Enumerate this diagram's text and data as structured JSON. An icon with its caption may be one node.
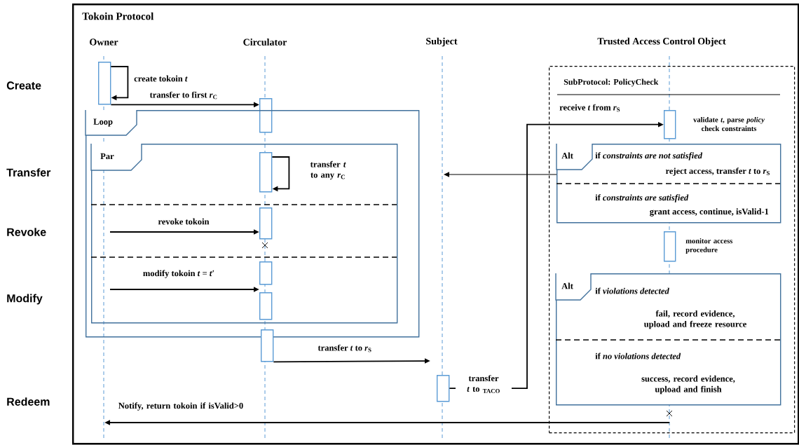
{
  "diagram": {
    "nodes": [
      {
        "text": [
          "Tokoin Protocol"
        ]
      },
      {
        "text": [
          "SubProtocol:  PolicyCheck"
        ],
        "in": 0
      },
      {
        "text": [],
        "shape": "bar",
        "in": 0
      },
      {
        "text": [],
        "shape": "bar",
        "in": 0
      },
      {
        "text": [
          "Loop"
        ],
        "in": 0
      },
      {
        "text": [
          "Par"
        ],
        "in": 4
      },
      {
        "text": [],
        "shape": "bar",
        "in": 5
      },
      {
        "text": [],
        "shape": "bar",
        "in": 5
      },
      {
        "text": [],
        "shape": "bar",
        "in": 5
      },
      {
        "text": [],
        "shape": "bar",
        "in": 5
      },
      {
        "text": [],
        "shape": "bar",
        "in": 1,
        "beside": [
          "validate *t*, parse *policy* check constraints"
        ]
      },
      {
        "text": [
          "Alt",
          "if *constraints are not satisfied*",
          "reject access, transfer *t* to *r*$_{S}$",
          "if *constraints are satisfied*",
          "grant access, continue, isValid-1"
        ],
        "in": 1
      },
      {
        "text": [],
        "shape": "bar",
        "in": 1,
        "beside": [
          "monitor access procedure"
        ]
      },
      {
        "text": [
          "Alt",
          "if *violations detected*",
          "fail, record evidence, upload and freeze resource",
          "if *no violations detected*",
          "success, record evidence, upload and finish"
        ],
        "in": 1
      },
      {
        "text": [],
        "shape": "bar",
        "in": 0
      },
      {
        "text": [],
        "shape": "bar",
        "in": 0
      },
      {
        "text": [],
        "shape": "cross",
        "in": 1
      }
    ],
    "edges": [
      {
        "from": 2,
        "to": 2,
        "arrow": "to",
        "label": "create tokoin *t*"
      },
      {
        "from": 2,
        "to": 3,
        "arrow": "to",
        "label": "transfer to first *r*$_{C}$"
      },
      {
        "from": 6,
        "to": 6,
        "arrow": "to",
        "label": "transfer *t* to any *r*$_{C}$"
      },
      {
        "from": null,
        "to": 7,
        "arrow": "to",
        "label": "revoke tokoin"
      },
      {
        "from": null,
        "to": 9,
        "arrow": "to",
        "label": "modify tokoin *t* = *t*′"
      },
      {
        "from": 14,
        "to": null,
        "arrow": "to",
        "label": "transfer *t* to *r*$_{S}$"
      },
      {
        "from": 15,
        "to": 10,
        "arrow": "to",
        "label": "transfer *t* to $_{TACO}$"
      },
      {
        "from": 11,
        "to": null,
        "arrow": "to"
      },
      {
        "from": 16,
        "to": null,
        "arrow": "to",
        "label": "Notify, return tokoin if isValid>0"
      }
    ],
    "labels": [
      "Owner",
      "Circulator",
      "Subject",
      "Trusted Access Control Object",
      "Create",
      "Transfer",
      "Revoke",
      "Modify",
      "Redeem",
      "receive *t* from *r*$_{S}$"
    ]
  }
}
